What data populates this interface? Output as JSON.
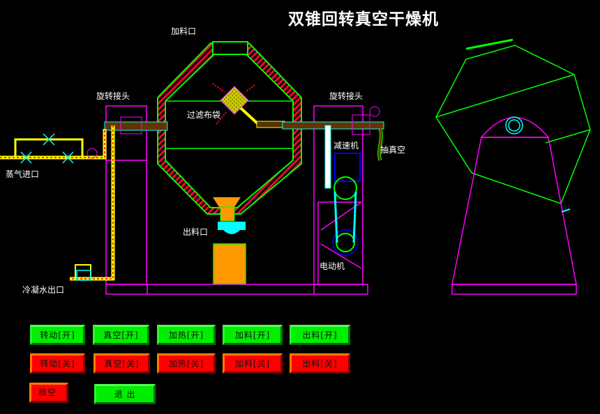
{
  "title": "双锥回转真空干燥机",
  "labels": {
    "feed_inlet": "加料口",
    "rotary_joint_left": "旋转接头",
    "rotary_joint_right": "旋转接头",
    "filter_bag": "过滤布袋",
    "steam_inlet": "蒸气进口",
    "reducer": "减速机",
    "vacuum": "抽真空",
    "discharge_outlet": "出料口",
    "motor": "电动机",
    "condensate_outlet": "冷凝水出口"
  },
  "buttons": {
    "rotate_on": "转动[开]",
    "vacuum_on": "真空[开]",
    "heat_on": "加热[开]",
    "feed_on": "加料[开]",
    "discharge_on": "出料[开]",
    "rotate_off": "转动[关]",
    "vacuum_off": "真空[关]",
    "heat_off": "加热[关]",
    "feed_off": "加料[关]",
    "discharge_off": "出料[关]",
    "vent": "放空",
    "exit": "退 出"
  },
  "colors": {
    "on": "#00ee00",
    "off": "#ff0000",
    "vessel": "#00ff00",
    "frame": "#ff00ff",
    "pipe": "#ffff00",
    "fitting": "#00ffff",
    "material": "#ff9900",
    "motor": "#0000ff"
  }
}
